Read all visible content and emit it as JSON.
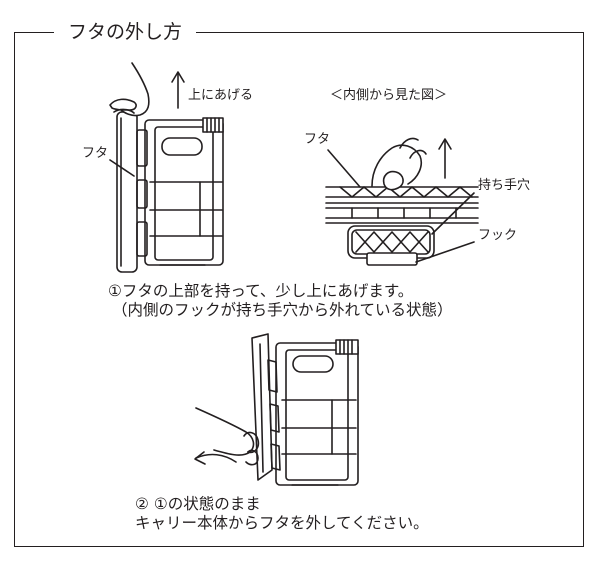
{
  "title": "フタの外し方",
  "step1": {
    "lid_label": "フタ",
    "lift_label": "上にあげる",
    "inside_view_label": "＜内側から見た図＞",
    "inside_lid_label": "フタ",
    "handle_label": "持ち手穴",
    "hook_label": "フック",
    "caption_line1": "①フタの上部を持って、少し上にあげます。",
    "caption_line2": "（内側のフックが持ち手穴から外れている状態）"
  },
  "step2": {
    "caption_line1": "② ①の状態のまま",
    "caption_line2": "キャリー本体からフタを外してください。"
  },
  "colors": {
    "line": "#231f20",
    "fill_light": "#f4f4f4",
    "background": "#ffffff"
  }
}
